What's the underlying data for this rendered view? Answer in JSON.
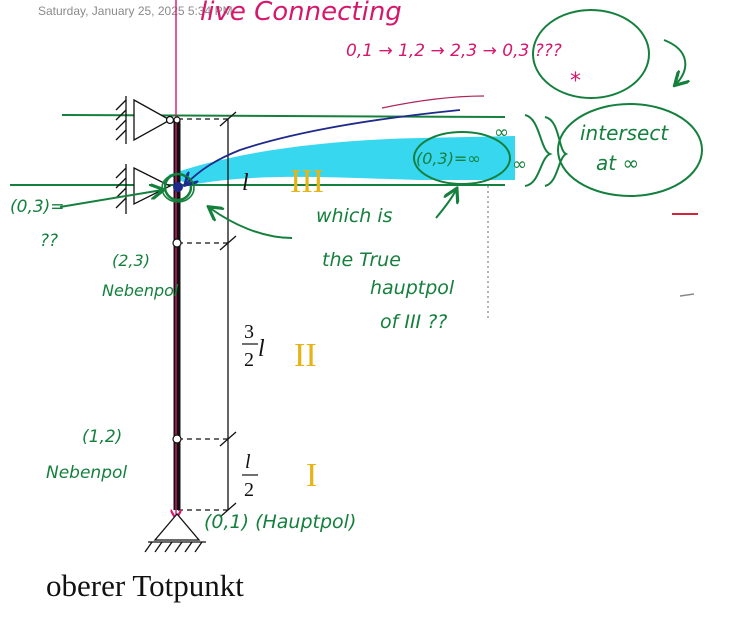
{
  "header": {
    "datetime": "Saturday, January 25, 2025   5:34 PM"
  },
  "caption": "oberer Totpunkt",
  "colors": {
    "pink": "#d6186c",
    "green": "#15803d",
    "yellow": "#e6b417",
    "cyan": "#22d3ee",
    "navy": "#1e2a8c",
    "black": "#111111"
  },
  "annotations": {
    "title": "live Connecting",
    "sequence": "0,1 → 1,2 → 2,3 → 0,3 ???",
    "star": "*",
    "intersect_line1": "intersect",
    "intersect_line2": "at ∞",
    "infinity_mark": "∞",
    "pole03_inf": "(0,3)=∞",
    "which_line1": "which is",
    "which_line2": "the True",
    "which_line3": "hauptpol",
    "which_line4": "of III ??",
    "pole03_left_line1": "(0,3)=",
    "pole03_left_line2": "??",
    "pole23_coord": "(2,3)",
    "pole23_name": "Nebenpol",
    "pole12_coord": "(1,2)",
    "pole12_name": "Nebenpol",
    "pole01": "(0,1) (Hauptpol)"
  },
  "diagram": {
    "label_l": "l",
    "label_3": "3",
    "label_2a": "2",
    "label_l2": "l",
    "label_num": "l",
    "label_den": "2",
    "part_III": "III",
    "part_II": "II",
    "part_I": "I"
  }
}
